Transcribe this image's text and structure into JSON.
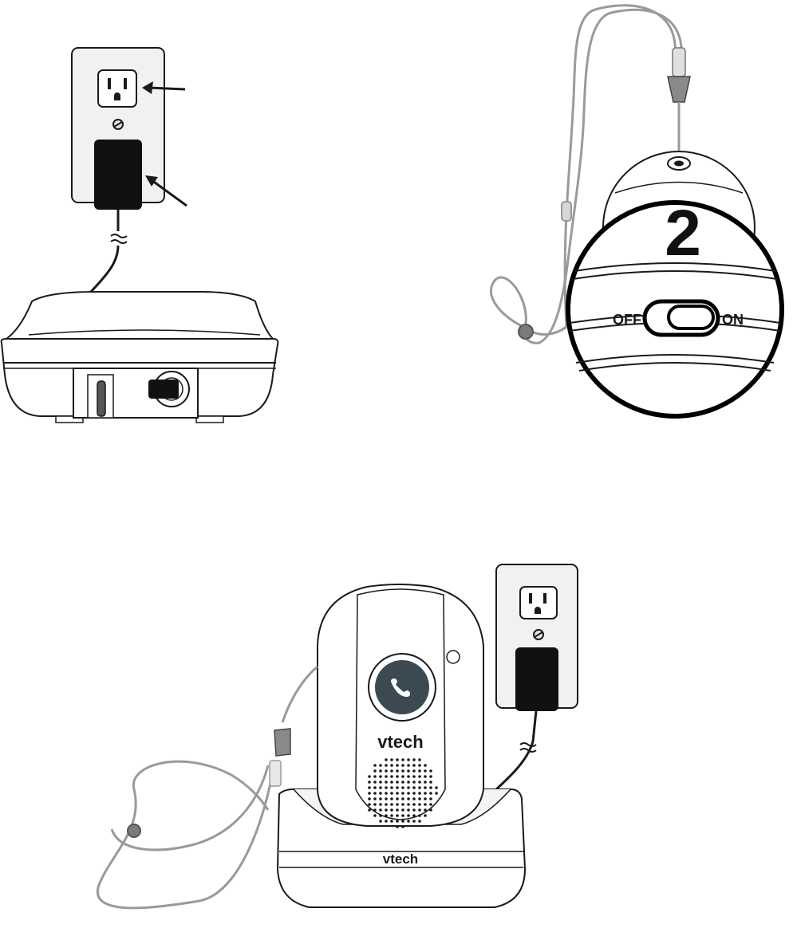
{
  "pendant": {
    "step_number": "2",
    "switch_off_label": "OFF",
    "switch_on_label": "ON"
  },
  "assembled": {
    "pendant_brand": "vtech",
    "cradle_brand": "vtech"
  },
  "colors": {
    "line": "#1a1a1a",
    "lanyard": "#9a9a9a",
    "plate": "#f1f1f1",
    "adapter": "#111111",
    "button_face": "#3b4a52"
  }
}
